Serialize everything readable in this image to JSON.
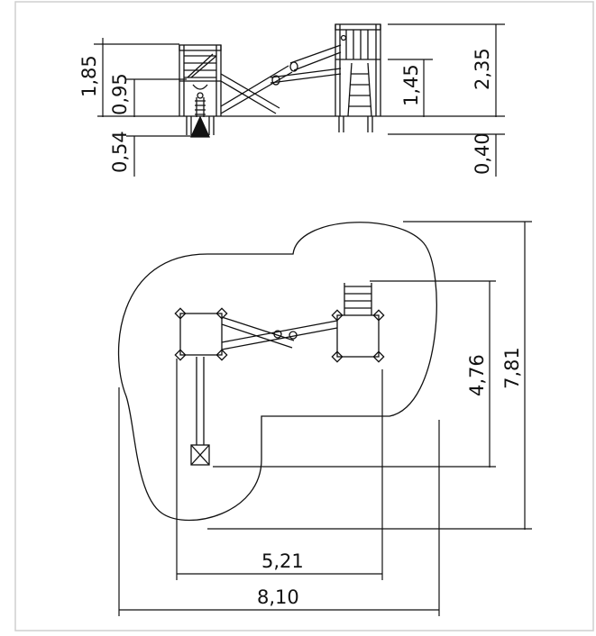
{
  "dimensions": {
    "elev_left_total": "1,85",
    "elev_left_platform": "0,95",
    "elev_left_foundation": "0,54",
    "elev_right_platform": "1,45",
    "elev_right_total": "2,35",
    "elev_right_foundation": "0,40",
    "plan_inner_depth": "4,76",
    "plan_total_depth": "7,81",
    "plan_inner_width": "5,21",
    "plan_total_width": "8,10"
  },
  "colors": {
    "line": "#111111",
    "light": "#777777",
    "border": "#cccccc"
  }
}
